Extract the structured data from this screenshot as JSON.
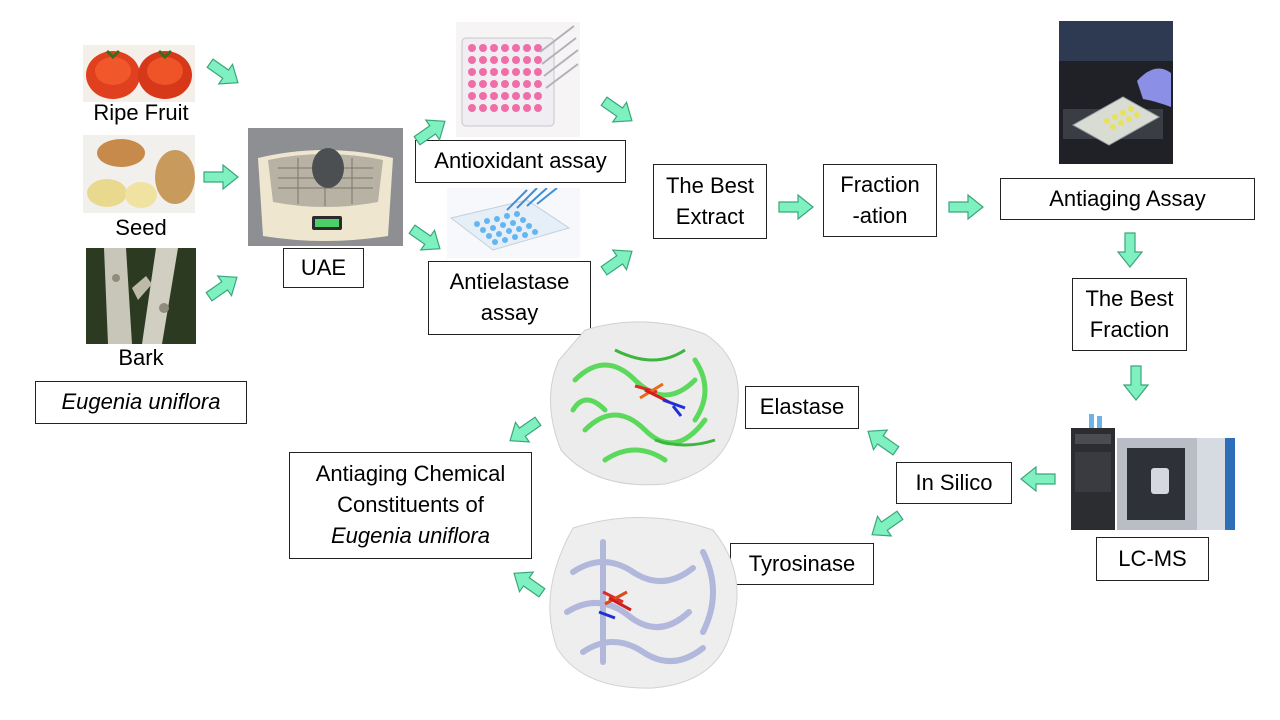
{
  "sources": {
    "fruit": "Ripe Fruit",
    "seed": "Seed",
    "bark": "Bark",
    "species": "Eugenia uniflora"
  },
  "extraction": {
    "method": "UAE"
  },
  "assays": {
    "antioxidant": "Antioxidant assay",
    "antielastase_line1": "Antielastase",
    "antielastase_line2": "assay"
  },
  "best_extract": {
    "line1": "The Best",
    "line2": "Extract"
  },
  "fractionation": {
    "line1": "Fraction",
    "line2": "-ation"
  },
  "antiaging_assay": "Antiaging Assay",
  "best_fraction": {
    "line1": "The Best",
    "line2": "Fraction"
  },
  "lcms": "LC-MS",
  "in_silico": "In Silico",
  "targets": {
    "elastase": "Elastase",
    "tyrosinase": "Tyrosinase"
  },
  "result": {
    "line1": "Antiaging Chemical",
    "line2": "Constituents of",
    "line3": "Eugenia uniflora"
  },
  "colors": {
    "arrow_fill": "#7ff0c0",
    "arrow_stroke": "#3aa67a",
    "box_border": "#222222"
  }
}
